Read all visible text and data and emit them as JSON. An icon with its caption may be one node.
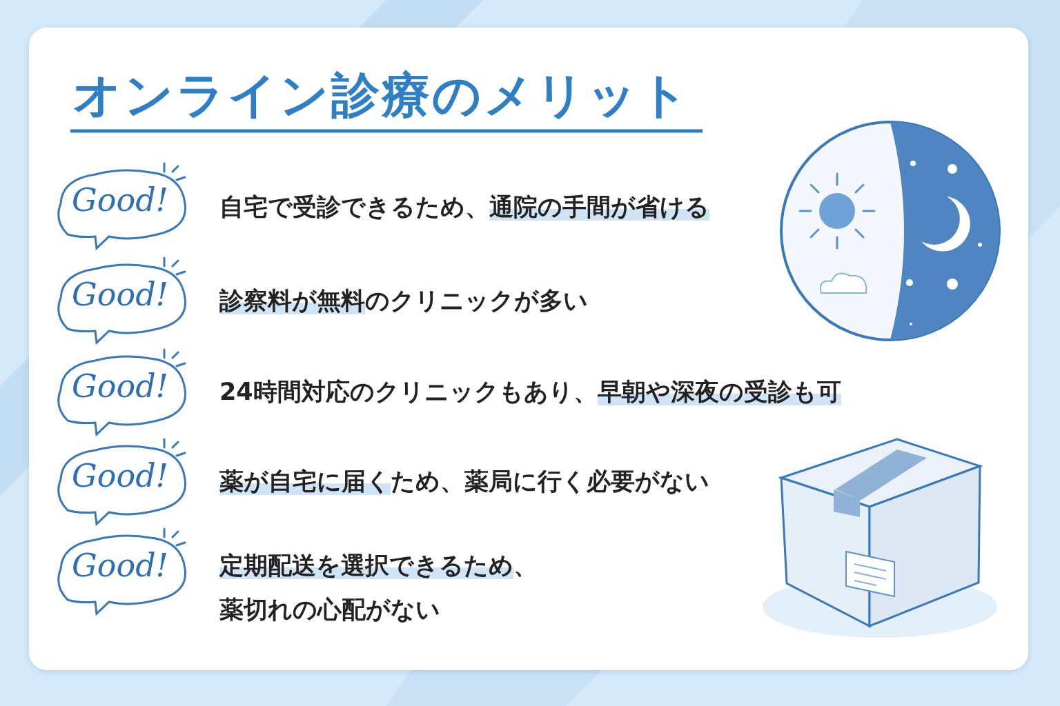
{
  "diagram": {
    "title": "オンライン診療のメリット",
    "nodes": [
      {
        "text": [
          "Good!"
        ]
      },
      {
        "text": [
          "Good!"
        ]
      },
      {
        "text": [
          "Good!"
        ]
      },
      {
        "text": [
          "Good!"
        ]
      },
      {
        "text": [
          "Good!"
        ]
      }
    ],
    "labels": [
      "自宅で受診できるため、**通院の手間が省ける**",
      "**診察料が無料**のクリニックが多い",
      "24時間対応のクリニックもあり、**早朝や深夜の受診も可**",
      "**薬が自宅に届く**ため、薬局に行く必要がない",
      "**定期配送を選択できるため**、薬切れの心配がない"
    ]
  }
}
